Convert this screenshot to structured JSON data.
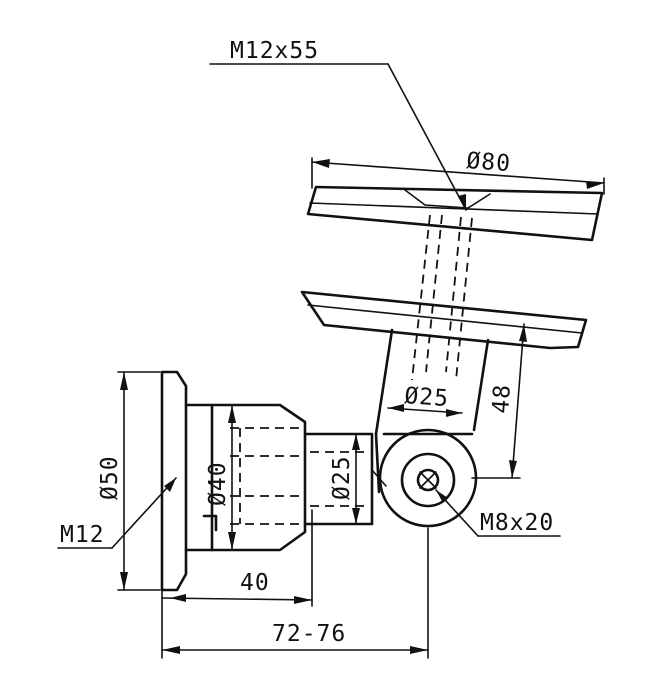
{
  "labels": {
    "screw_top": "M12x55",
    "plate_dia": "Ø80",
    "pin_dia": "Ø25",
    "arm_height": "48",
    "base_dia": "Ø50",
    "body_dia": "Ø40",
    "neck_dia": "Ø25",
    "thread": "M12",
    "screw_side": "M8x20",
    "len_40": "40",
    "len_total": "72-76"
  }
}
